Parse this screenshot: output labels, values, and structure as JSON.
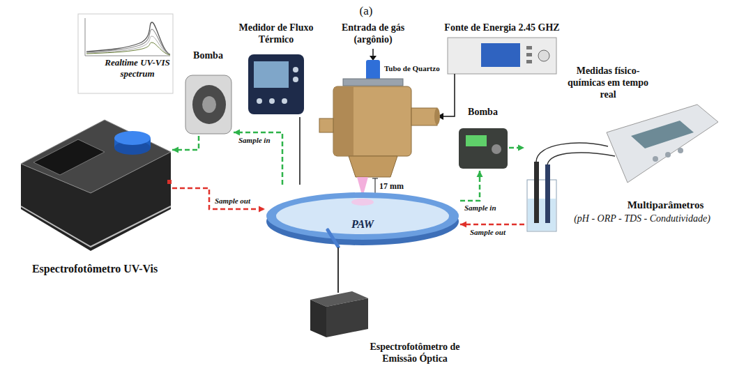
{
  "diagram": {
    "nodes": [
      {
        "text": [
          "Realtime UV-VIS spectrum"
        ]
      },
      {
        "text": [
          "Espectrofotômetro UV-Vis"
        ]
      },
      {
        "text": [
          "Bomba"
        ]
      },
      {
        "text": [
          "Medidor de Fluxo Térmico"
        ]
      },
      {
        "text": [
          "Fonte de Energia 2.45 GHZ"
        ]
      },
      {
        "text": [
          "PAW"
        ]
      },
      {
        "text": [
          "Bomba"
        ]
      },
      {
        "text": [
          "Medidas físico-químicas em tempo real",
          "Multiparâmetros",
          "(pH - ORP - TDS - Condutividade)"
        ]
      },
      {
        "text": [
          "Espectrofotômetro de Emissão Óptica"
        ]
      }
    ],
    "edges": [
      {
        "from": 5,
        "to": 2,
        "arrow": "to",
        "label": "Sample in"
      },
      {
        "from": 2,
        "to": 1,
        "arrow": "to"
      },
      {
        "from": 1,
        "to": 5,
        "arrow": "to",
        "label": "Sample out"
      },
      {
        "from": 5,
        "to": 6,
        "arrow": "to",
        "label": "Sample in"
      },
      {
        "from": 6,
        "to": 7,
        "arrow": "to"
      },
      {
        "from": 7,
        "to": 5,
        "arrow": "to",
        "label": "Sample out"
      },
      {
        "from": 3,
        "to": 5,
        "arrow": "none"
      },
      {
        "from": 5,
        "to": 8,
        "arrow": "none"
      }
    ],
    "labels": [
      "(a)",
      "Entrada de gás (argônio)",
      "Tubo de Quartzo",
      "17 mm"
    ]
  }
}
